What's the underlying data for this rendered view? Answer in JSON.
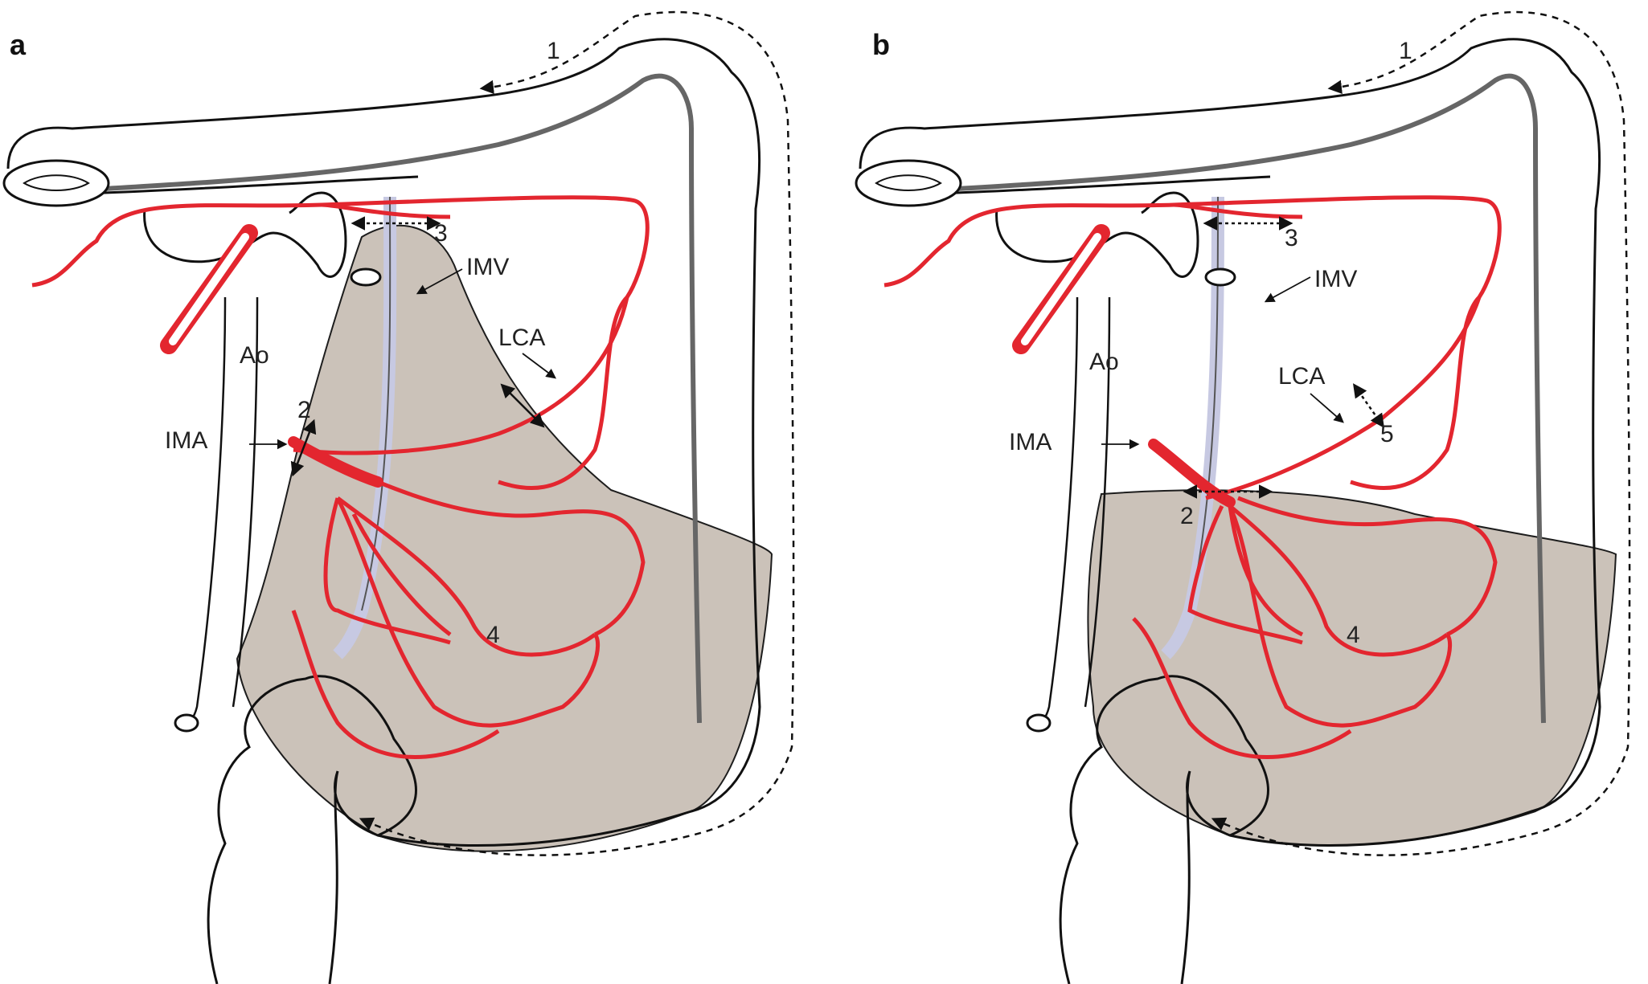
{
  "colors": {
    "artery": "#e3262f",
    "vein": "#c7c9e2",
    "shaded": "#c9bfb6",
    "outline": "#111111"
  },
  "panels": [
    {
      "letter": "a",
      "labels": {
        "n1": "1",
        "n2": "2",
        "n3": "3",
        "n4": "4",
        "imv": "IMV",
        "lca": "LCA",
        "ao": "Ao",
        "ima": "IMA"
      }
    },
    {
      "letter": "b",
      "labels": {
        "n1": "1",
        "n2": "2",
        "n3": "3",
        "n4": "4",
        "n5": "5",
        "imv": "IMV",
        "lca": "LCA",
        "ao": "Ao",
        "ima": "IMA"
      }
    }
  ]
}
